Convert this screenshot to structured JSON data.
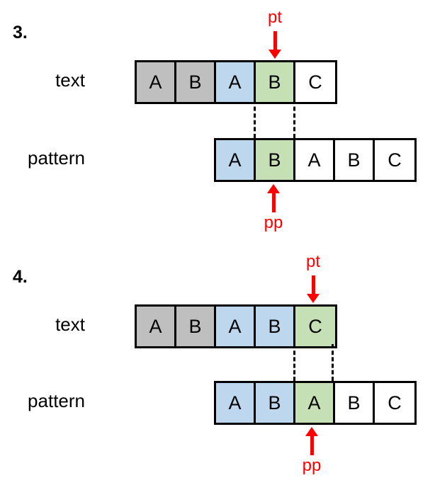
{
  "page": {
    "background": "#ffffff",
    "accent_red": "#ff0000",
    "palette": {
      "gray": "#bfbfbf",
      "blue": "#bdd7ee",
      "green": "#c5e0b4",
      "white": "#ffffff",
      "border": "#000000"
    }
  },
  "diagrams": [
    {
      "step": "3.",
      "text": {
        "label": "text",
        "cells": [
          {
            "letter": "A",
            "color": "gray"
          },
          {
            "letter": "B",
            "color": "gray"
          },
          {
            "letter": "A",
            "color": "blue"
          },
          {
            "letter": "B",
            "color": "green"
          },
          {
            "letter": "C",
            "color": "white"
          }
        ]
      },
      "pattern": {
        "label": "pattern",
        "cells": [
          {
            "letter": "A",
            "color": "blue"
          },
          {
            "letter": "B",
            "color": "green"
          },
          {
            "letter": "A",
            "color": "white"
          },
          {
            "letter": "B",
            "color": "white"
          },
          {
            "letter": "C",
            "color": "white"
          }
        ]
      },
      "pointers": {
        "text_pointer": "pt",
        "pattern_pointer": "pp"
      }
    },
    {
      "step": "4.",
      "text": {
        "label": "text",
        "cells": [
          {
            "letter": "A",
            "color": "gray"
          },
          {
            "letter": "B",
            "color": "gray"
          },
          {
            "letter": "A",
            "color": "blue"
          },
          {
            "letter": "B",
            "color": "blue"
          },
          {
            "letter": "C",
            "color": "green"
          }
        ]
      },
      "pattern": {
        "label": "pattern",
        "cells": [
          {
            "letter": "A",
            "color": "blue"
          },
          {
            "letter": "B",
            "color": "blue"
          },
          {
            "letter": "A",
            "color": "green"
          },
          {
            "letter": "B",
            "color": "white"
          },
          {
            "letter": "C",
            "color": "white"
          }
        ]
      },
      "pointers": {
        "text_pointer": "pt",
        "pattern_pointer": "pp"
      }
    }
  ]
}
